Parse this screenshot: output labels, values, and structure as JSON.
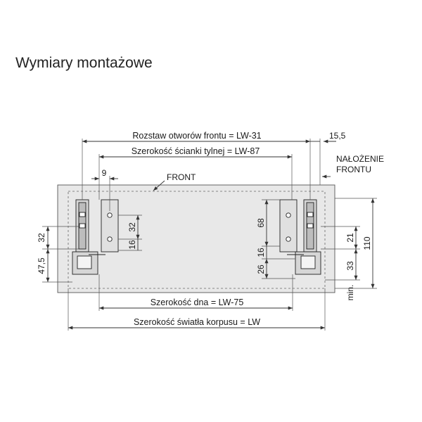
{
  "title": "Wymiary montażowe",
  "labels": {
    "front_hole_spacing": "Rozstaw otworów frontu = LW-31",
    "back_wall_width": "Szerokość ścianki tylnej = LW-87",
    "bottom_width": "Szerokość dna = LW-75",
    "cabinet_clear_width": "Szerokość światła korpusu = LW",
    "front": "FRONT",
    "front_overlay_line1": "NAŁOŻENIE",
    "front_overlay_line2": "FRONTU",
    "min": "min."
  },
  "dimensions": {
    "d_15_5": "15,5",
    "d_9": "9",
    "d_32_left": "32",
    "d_32_right": "32",
    "d_16_left": "16",
    "d_47_5": "47,5",
    "d_68": "68",
    "d_16_right": "16",
    "d_26": "26",
    "d_21": "21",
    "d_33": "33",
    "d_110": "110"
  },
  "colors": {
    "panel_fill": "#e8e8e8",
    "hardware_fill": "#d6d6d6",
    "line": "#333333"
  }
}
